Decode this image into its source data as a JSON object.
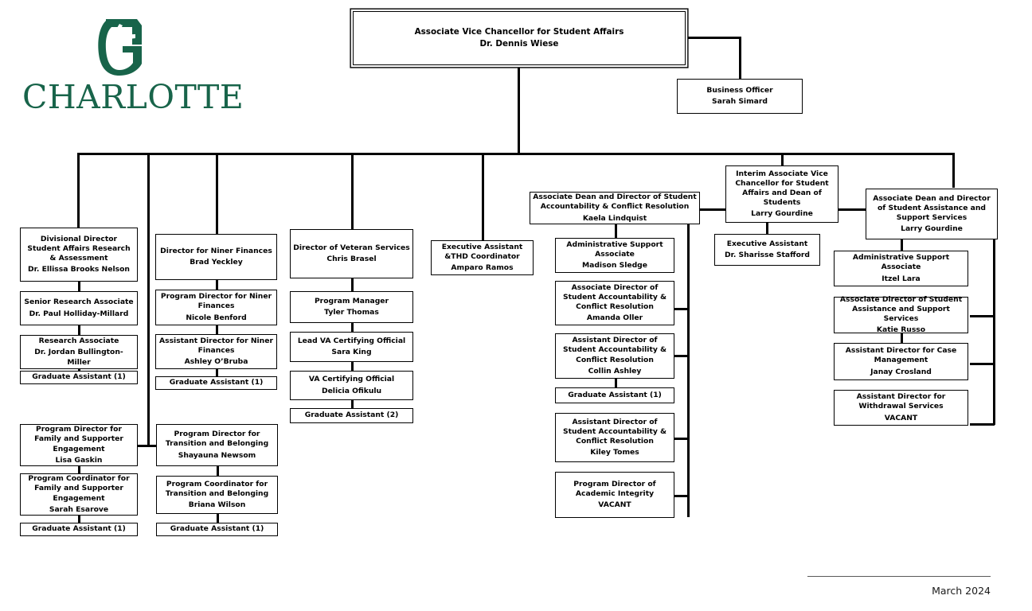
{
  "meta": {
    "footer_date": "March 2024",
    "brand_color": "#18644a",
    "line_color": "#000000"
  },
  "logo": {
    "wordmark": "CHARLOTTE",
    "mark_name": "charlotte-c-pickaxe-logo"
  },
  "nodes": {
    "avc": {
      "title": "Associate Vice Chancellor for Student Affairs",
      "person": "Dr. Dennis Wiese"
    },
    "business_officer": {
      "title": "Business Officer",
      "person": "Sarah Simard"
    },
    "div_dir_research": {
      "title": "Divisional Director Student Affairs  Research & Assessment",
      "person": "Dr. Ellissa Brooks Nelson"
    },
    "senior_research_assoc": {
      "title": "Senior Research Associate",
      "person": "Dr. Paul Holliday-Millard"
    },
    "research_assoc": {
      "title": "Research Associate",
      "person": "Dr. Jordan Bullington-Miller"
    },
    "ga_research": {
      "title": "Graduate Assistant  (1)",
      "person": ""
    },
    "pd_family": {
      "title": "Program Director for Family and Supporter Engagement",
      "person": "Lisa Gaskin"
    },
    "pc_family": {
      "title": "Program Coordinator for Family and Supporter Engagement",
      "person": "Sarah Esarove"
    },
    "ga_family": {
      "title": "Graduate Assistant  (1)",
      "person": ""
    },
    "dir_niner": {
      "title": "Director for Niner Finances",
      "person": "Brad Yeckley"
    },
    "pd_niner": {
      "title": "Program Director for Niner Finances",
      "person": "Nicole Benford"
    },
    "ad_niner": {
      "title": "Assistant  Director for Niner Finances",
      "person": "Ashley  O’Bruba"
    },
    "ga_niner": {
      "title": "Graduate Assistant  (1)",
      "person": ""
    },
    "pd_transition": {
      "title": "Program Director for Transition and Belonging",
      "person": "Shayauna Newsom"
    },
    "pc_transition": {
      "title": "Program Coordinator for Transition and Belonging",
      "person": "Briana Wilson"
    },
    "ga_transition": {
      "title": "Graduate Assistant  (1)",
      "person": ""
    },
    "dir_veteran": {
      "title": "Director of Veteran  Services",
      "person": "Chris Brasel"
    },
    "pm_veteran": {
      "title": "Program Manager",
      "person": "Tyler Thomas"
    },
    "lead_va": {
      "title": "Lead VA  Certifying Official",
      "person": "Sara King"
    },
    "va_official": {
      "title": "VA  Certifying Official",
      "person": "Delicia Ofikulu"
    },
    "ga_veteran": {
      "title": "Graduate Assistant  (2)",
      "person": ""
    },
    "exec_assist_thd": {
      "title": "Executive Assistant &THD Coordinator",
      "person": "Amparo  Ramos"
    },
    "assoc_dean_sacr": {
      "title": "Associate  Dean and Director of Student Accountability & Conflict Resolution",
      "person": "Kaela Lindquist"
    },
    "admin_support_sacr": {
      "title": "Administrative  Support Associate",
      "person": "Madison Sledge"
    },
    "assoc_dir_sacr": {
      "title": "Associate  Director of Student Accountability & Conflict Resolution",
      "person": "Amanda  Oller"
    },
    "asst_dir_sacr_1": {
      "title": "Assistant  Director of Student Accountability & Conflict Resolution",
      "person": "Collin Ashley"
    },
    "ga_sacr": {
      "title": "Graduate Assistant  (1)",
      "person": ""
    },
    "asst_dir_sacr_2": {
      "title": "Assistant  Director of Student Accountability & Conflict Resolution",
      "person": "Kiley Tomes"
    },
    "pd_academic_integrity": {
      "title": "Program Director of Academic  Integrity",
      "person": "VACANT"
    },
    "interim_avc": {
      "title": "Interim Associate  Vice Chancellor for Student Affairs  and Dean of Students",
      "person": "Larry Gourdine"
    },
    "exec_assist_dos": {
      "title": "Executive Assistant",
      "person": "Dr. Sharisse Stafford"
    },
    "assoc_dean_sass": {
      "title": "Associate  Dean and Director of Student Assistance and Support Services",
      "person": "Larry Gourdine"
    },
    "admin_support_sass": {
      "title": "Administrative  Support Associate",
      "person": "Itzel Lara"
    },
    "assoc_dir_sass": {
      "title": "Associate  Director of Student Assistance  and Support Services",
      "person": "Katie Russo"
    },
    "asst_dir_case": {
      "title": "Assistant  Director for Case Management",
      "person": "Janay  Crosland"
    },
    "asst_dir_withdrawal": {
      "title": "Assistant  Director for Withdrawal Services",
      "person": "VACANT"
    }
  }
}
